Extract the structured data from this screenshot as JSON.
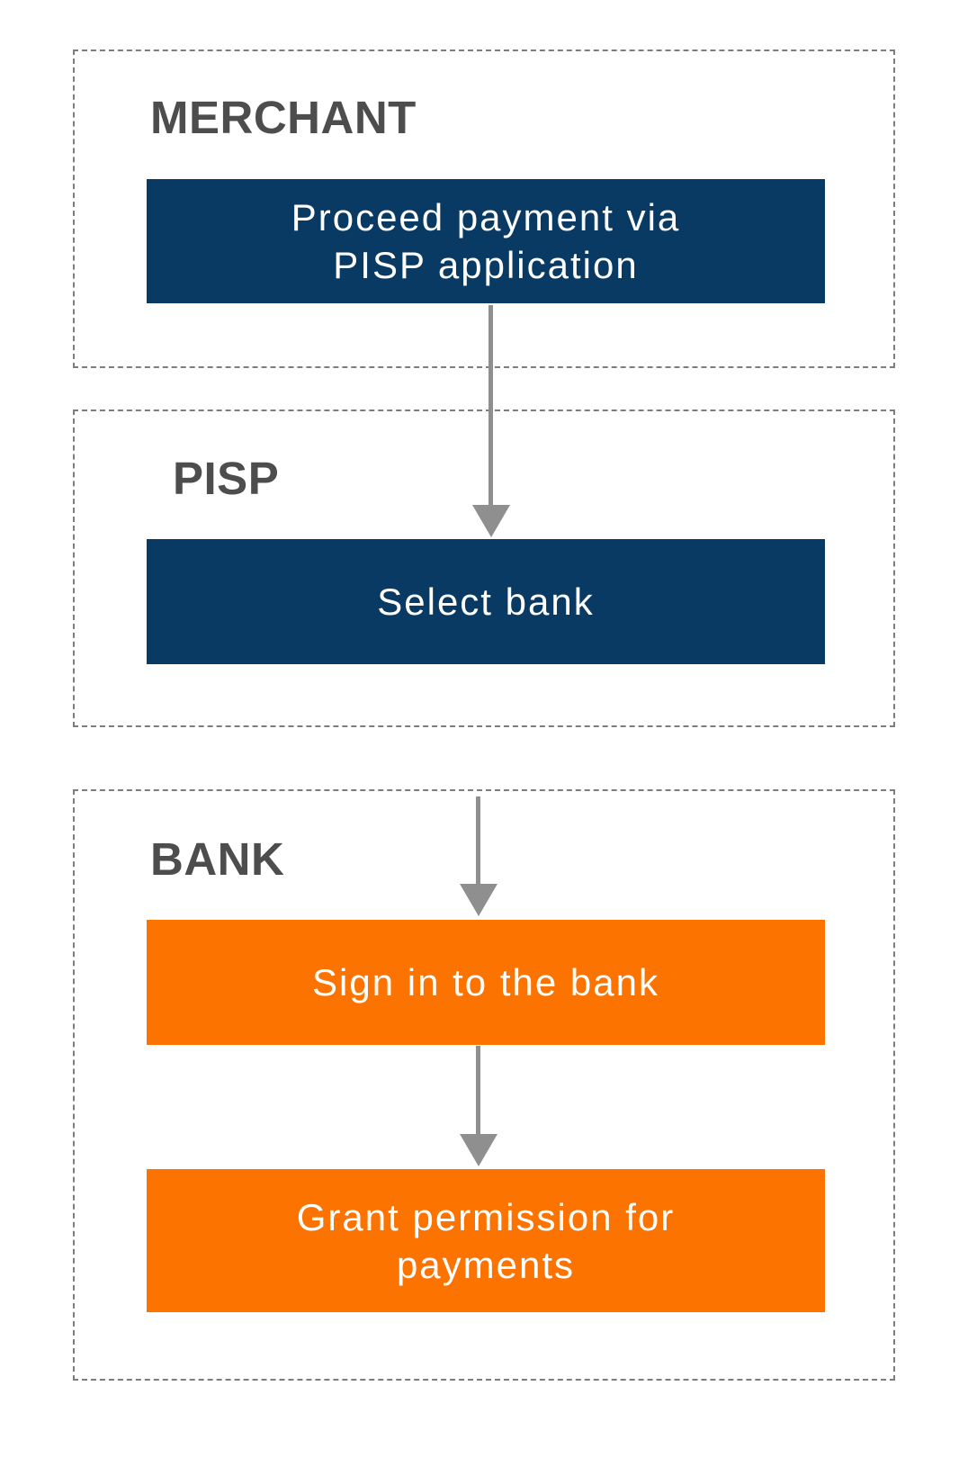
{
  "diagram": {
    "type": "flowchart",
    "colors": {
      "navy_step": "#093a63",
      "orange_step": "#fc7300",
      "lane_title": "#4d4d4d",
      "lane_border": "#7d7d7d",
      "arrow": "#8f8f8f",
      "step_text": "#ffffff"
    },
    "sections": [
      {
        "id": "merchant",
        "title": "MERCHANT",
        "steps": [
          {
            "label": "Proceed payment via PISP application",
            "color": "navy"
          }
        ]
      },
      {
        "id": "pisp",
        "title": "PISP",
        "steps": [
          {
            "label": "Select bank",
            "color": "navy"
          }
        ]
      },
      {
        "id": "bank",
        "title": "BANK",
        "steps": [
          {
            "label": "Sign in to the bank",
            "color": "orange"
          },
          {
            "label": "Grant permission for payments",
            "color": "orange"
          }
        ]
      }
    ],
    "connectors": [
      {
        "from": "Proceed payment via PISP application",
        "to": "Select bank",
        "direction": "down"
      },
      {
        "from": "BANK lane top",
        "to": "Sign in to the bank",
        "direction": "down"
      },
      {
        "from": "Sign in to the bank",
        "to": "Grant permission for payments",
        "direction": "down"
      }
    ]
  }
}
